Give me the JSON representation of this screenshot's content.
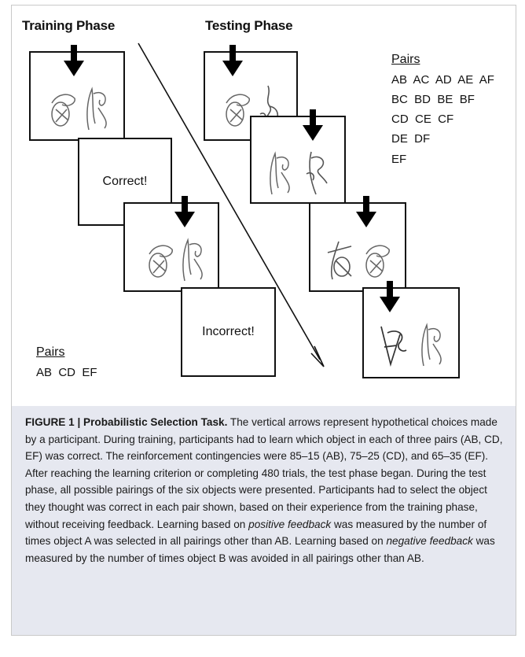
{
  "figure": {
    "training_title": "Training Phase",
    "testing_title": "Testing Phase",
    "correct_text": "Correct!",
    "incorrect_text": "Incorrect!",
    "test_pairs": {
      "heading": "Pairs",
      "rows": [
        "AB  AC  AD  AE  AF",
        "BC  BD  BE  BF",
        "CD  CE  CF",
        "DE  DF",
        "EF"
      ]
    },
    "training_pairs": {
      "heading": "Pairs",
      "row": "AB  CD  EF"
    }
  },
  "caption": {
    "label": "FIGURE 1 | Probabilistic Selection Task.",
    "part1": " The vertical arrows represent hypothetical choices made by a participant. During training, participants had to learn which object in each of three pairs (AB, CD, EF) was correct. The reinforcement contingencies were 85–15 (AB), 75–25 (CD), and 65–35 (EF). After reaching the learning criterion or completing 480 trials, the test phase began. During the test phase, all possible pairings of the six objects were presented. Participants had to select the object they thought was correct in each pair shown, based on their experience from the training phase, without receiving feedback. Learning based on ",
    "em1": "positive feedback",
    "part2": " was measured by the number of times object A was selected in all pairings other than AB. Learning based on ",
    "em2": "negative feedback",
    "part3": " was measured by the number of times object B was avoided in all pairings other than AB."
  }
}
